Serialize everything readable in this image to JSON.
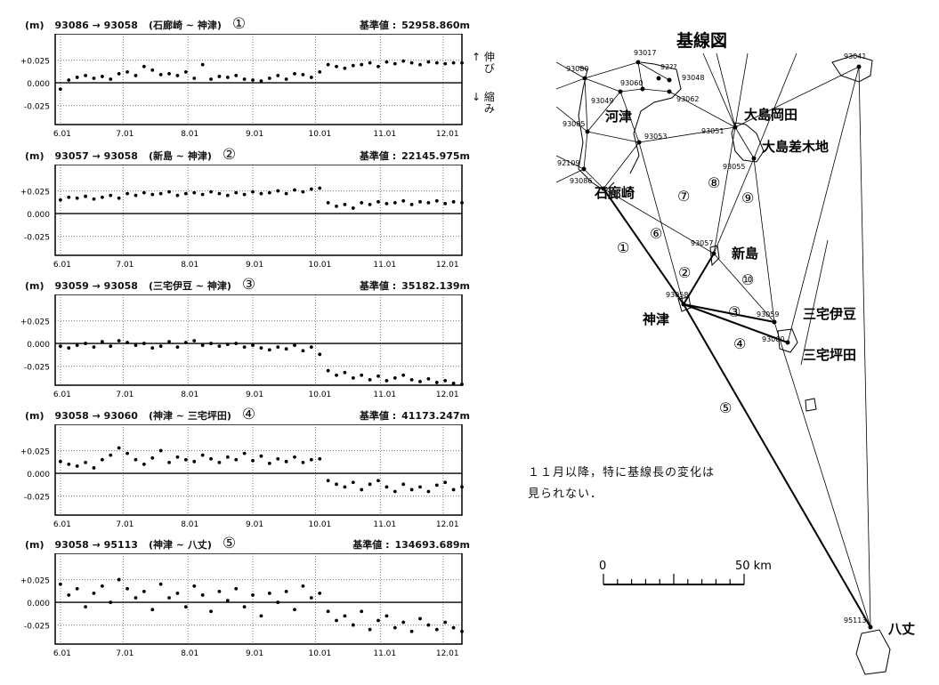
{
  "chart_data": [
    {
      "type": "scatter",
      "unit_label": "(m)",
      "baseline": "93086 → 93058",
      "stations": "(石廊崎 ~ 神津)",
      "number": "①",
      "ref_label": "基準値 :",
      "ref_value": "52958.860m",
      "x_days": [
        0,
        4,
        8,
        12,
        16,
        20,
        24,
        28,
        32,
        36,
        40,
        44,
        48,
        52,
        56,
        60,
        64,
        68,
        72,
        76,
        80,
        84,
        88,
        92,
        96,
        100,
        104,
        108,
        112,
        116,
        120,
        124,
        128,
        132,
        136,
        140,
        144,
        148,
        152,
        156,
        160,
        164,
        168,
        172,
        176,
        180,
        184,
        188,
        192
      ],
      "values": [
        -0.007,
        0.003,
        0.006,
        0.008,
        0.005,
        0.007,
        0.004,
        0.01,
        0.012,
        0.008,
        0.018,
        0.014,
        0.009,
        0.01,
        0.008,
        0.012,
        0.005,
        0.02,
        0.004,
        0.007,
        0.006,
        0.008,
        0.004,
        0.003,
        0.002,
        0.005,
        0.008,
        0.004,
        0.01,
        0.009,
        0.006,
        0.012,
        0.02,
        0.018,
        0.016,
        0.019,
        0.02,
        0.022,
        0.018,
        0.023,
        0.021,
        0.024,
        0.022,
        0.02,
        0.023,
        0.022,
        0.021,
        0.022,
        0.022
      ]
    },
    {
      "type": "scatter",
      "unit_label": "(m)",
      "baseline": "93057 → 93058",
      "stations": "(新島 ~ 神津)",
      "number": "②",
      "ref_label": "基準値 :",
      "ref_value": "22145.975m",
      "x_days": [
        0,
        4,
        8,
        12,
        16,
        20,
        24,
        28,
        32,
        36,
        40,
        44,
        48,
        52,
        56,
        60,
        64,
        68,
        72,
        76,
        80,
        84,
        88,
        92,
        96,
        100,
        104,
        108,
        112,
        116,
        120,
        124,
        128,
        132,
        136,
        140,
        144,
        148,
        152,
        156,
        160,
        164,
        168,
        172,
        176,
        180,
        184,
        188,
        192
      ],
      "values": [
        0.015,
        0.018,
        0.017,
        0.019,
        0.016,
        0.018,
        0.02,
        0.017,
        0.022,
        0.02,
        0.023,
        0.021,
        0.022,
        0.024,
        0.02,
        0.022,
        0.023,
        0.021,
        0.024,
        0.022,
        0.02,
        0.023,
        0.021,
        0.024,
        0.022,
        0.023,
        0.025,
        0.022,
        0.026,
        0.024,
        0.027,
        0.028,
        0.012,
        0.008,
        0.01,
        0.006,
        0.012,
        0.01,
        0.013,
        0.011,
        0.012,
        0.014,
        0.01,
        0.013,
        0.012,
        0.014,
        0.011,
        0.013,
        0.012
      ]
    },
    {
      "type": "scatter",
      "unit_label": "(m)",
      "baseline": "93059 → 93058",
      "stations": "(三宅伊豆 ~ 神津)",
      "number": "③",
      "ref_label": "基準値 :",
      "ref_value": "35182.139m",
      "x_days": [
        0,
        4,
        8,
        12,
        16,
        20,
        24,
        28,
        32,
        36,
        40,
        44,
        48,
        52,
        56,
        60,
        64,
        68,
        72,
        76,
        80,
        84,
        88,
        92,
        96,
        100,
        104,
        108,
        112,
        116,
        120,
        124,
        128,
        132,
        136,
        140,
        144,
        148,
        152,
        156,
        160,
        164,
        168,
        172,
        176,
        180,
        184,
        188,
        192
      ],
      "values": [
        -0.003,
        -0.005,
        -0.002,
        0.0,
        -0.004,
        0.002,
        -0.003,
        0.003,
        0.001,
        -0.002,
        0.0,
        -0.005,
        -0.003,
        0.002,
        -0.004,
        0.001,
        0.003,
        -0.002,
        0.0,
        -0.003,
        -0.001,
        0.0,
        -0.004,
        -0.002,
        -0.005,
        -0.007,
        -0.004,
        -0.006,
        -0.002,
        -0.008,
        -0.004,
        -0.012,
        -0.03,
        -0.035,
        -0.032,
        -0.038,
        -0.035,
        -0.04,
        -0.036,
        -0.041,
        -0.038,
        -0.035,
        -0.04,
        -0.042,
        -0.039,
        -0.043,
        -0.041,
        -0.044,
        -0.045
      ]
    },
    {
      "type": "scatter",
      "unit_label": "(m)",
      "baseline": "93058 → 93060",
      "stations": "(神津 ~ 三宅坪田)",
      "number": "④",
      "ref_label": "基準値 :",
      "ref_value": "41173.247m",
      "x_days": [
        0,
        4,
        8,
        12,
        16,
        20,
        24,
        28,
        32,
        36,
        40,
        44,
        48,
        52,
        56,
        60,
        64,
        68,
        72,
        76,
        80,
        84,
        88,
        92,
        96,
        100,
        104,
        108,
        112,
        116,
        120,
        124,
        128,
        132,
        136,
        140,
        144,
        148,
        152,
        156,
        160,
        164,
        168,
        172,
        176,
        180,
        184,
        188,
        192
      ],
      "values": [
        0.013,
        0.01,
        0.008,
        0.012,
        0.006,
        0.015,
        0.02,
        0.028,
        0.022,
        0.015,
        0.01,
        0.017,
        0.025,
        0.012,
        0.018,
        0.015,
        0.013,
        0.02,
        0.016,
        0.012,
        0.018,
        0.015,
        0.022,
        0.014,
        0.019,
        0.011,
        0.016,
        0.013,
        0.018,
        0.012,
        0.015,
        0.016,
        -0.008,
        -0.012,
        -0.015,
        -0.01,
        -0.018,
        -0.012,
        -0.008,
        -0.015,
        -0.02,
        -0.012,
        -0.018,
        -0.015,
        -0.02,
        -0.013,
        -0.01,
        -0.018,
        -0.015
      ]
    },
    {
      "type": "scatter",
      "unit_label": "(m)",
      "baseline": "93058 → 95113",
      "stations": "(神津 ~ 八丈)",
      "number": "⑤",
      "ref_label": "基準値 :",
      "ref_value": "134693.689m",
      "x_days": [
        0,
        4,
        8,
        12,
        16,
        20,
        24,
        28,
        32,
        36,
        40,
        44,
        48,
        52,
        56,
        60,
        64,
        68,
        72,
        76,
        80,
        84,
        88,
        92,
        96,
        100,
        104,
        108,
        112,
        116,
        120,
        124,
        128,
        132,
        136,
        140,
        144,
        148,
        152,
        156,
        160,
        164,
        168,
        172,
        176,
        180,
        184,
        188,
        192
      ],
      "values": [
        0.02,
        0.008,
        0.015,
        -0.005,
        0.01,
        0.018,
        0.0,
        0.025,
        0.015,
        0.005,
        0.012,
        -0.008,
        0.02,
        0.005,
        0.01,
        -0.005,
        0.018,
        0.008,
        -0.01,
        0.012,
        0.002,
        0.015,
        -0.005,
        0.008,
        -0.015,
        0.01,
        0.0,
        0.012,
        -0.008,
        0.018,
        0.005,
        0.01,
        -0.01,
        -0.02,
        -0.015,
        -0.025,
        -0.01,
        -0.03,
        -0.02,
        -0.015,
        -0.028,
        -0.022,
        -0.032,
        -0.018,
        -0.025,
        -0.03,
        -0.022,
        -0.028,
        -0.032
      ]
    }
  ],
  "axes": {
    "ylim": [
      -0.046,
      0.054
    ],
    "xlim": [
      -2.5,
      192
    ],
    "y_ticks": [
      {
        "v": 0.025,
        "label": "+0.025"
      },
      {
        "v": 0,
        "label": "0.000"
      },
      {
        "v": -0.025,
        "label": "-0.025"
      }
    ],
    "x_ticks": [
      {
        "v": 0,
        "label": "6.01"
      },
      {
        "v": 30,
        "label": "7.01"
      },
      {
        "v": 61,
        "label": "8.01"
      },
      {
        "v": 92,
        "label": "9.01"
      },
      {
        "v": 122,
        "label": "10.01"
      },
      {
        "v": 153,
        "label": "11.01"
      },
      {
        "v": 183,
        "label": "12.01"
      }
    ]
  },
  "side_labels": {
    "up_arrow": "↑",
    "extend": "伸び",
    "down_arrow": "↓",
    "shrink": "縮み"
  },
  "map": {
    "title": "基線図",
    "stations": [
      "93080",
      "93017",
      "93048",
      "92??",
      "93049",
      "93060",
      "93062",
      "93085",
      "93053",
      "92109",
      "93086",
      "93051",
      "93055",
      "93041",
      "93057",
      "93058",
      "93059",
      "93060",
      "95113"
    ],
    "places": [
      "河津",
      "大島岡田",
      "大島差木地",
      "石廊崎",
      "神津",
      "新島",
      "三宅伊豆",
      "三宅坪田",
      "八丈"
    ],
    "baseline_numbers": [
      "①",
      "②",
      "③",
      "④",
      "⑤",
      "⑥",
      "⑦",
      "⑧",
      "⑨",
      "⑩"
    ],
    "scale": {
      "zero": "0",
      "fifty": "50 km"
    },
    "note": [
      "１１月以降，特に基線長の変化は",
      "見られない．"
    ]
  }
}
